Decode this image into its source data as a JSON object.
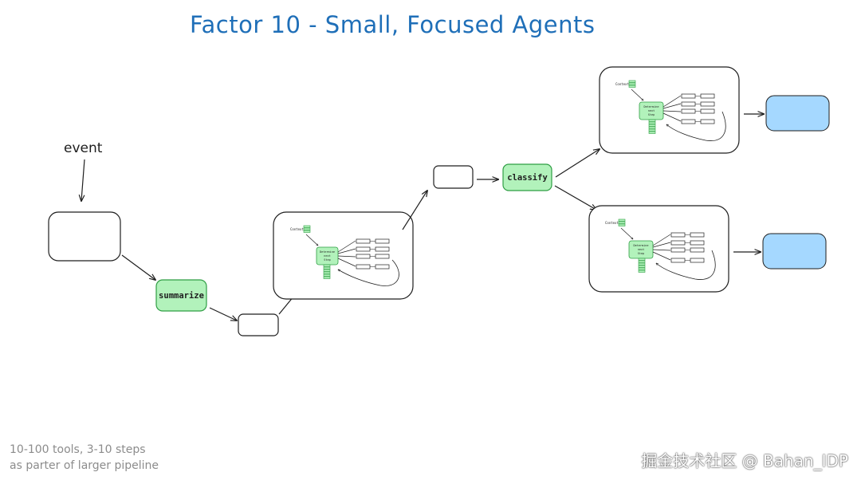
{
  "title": "Factor 10 - Small, Focused Agents",
  "event_label": "event",
  "nodes": {
    "summarize": "summarize",
    "classify": "classify"
  },
  "mini_agent": {
    "context_label": "Context",
    "determine_label": "Determine next Step"
  },
  "notes": {
    "line1": "10-100 tools, 3-10 steps",
    "line2": "as parter of larger pipeline"
  },
  "watermark": "掘金技术社区 @ Bahan_IDP",
  "colors": {
    "title": "#1f6fb8",
    "process_fill": "#b2f2bb",
    "process_stroke": "#2f9e44",
    "output_fill": "#a5d8ff",
    "stroke": "#1e1e1e"
  }
}
